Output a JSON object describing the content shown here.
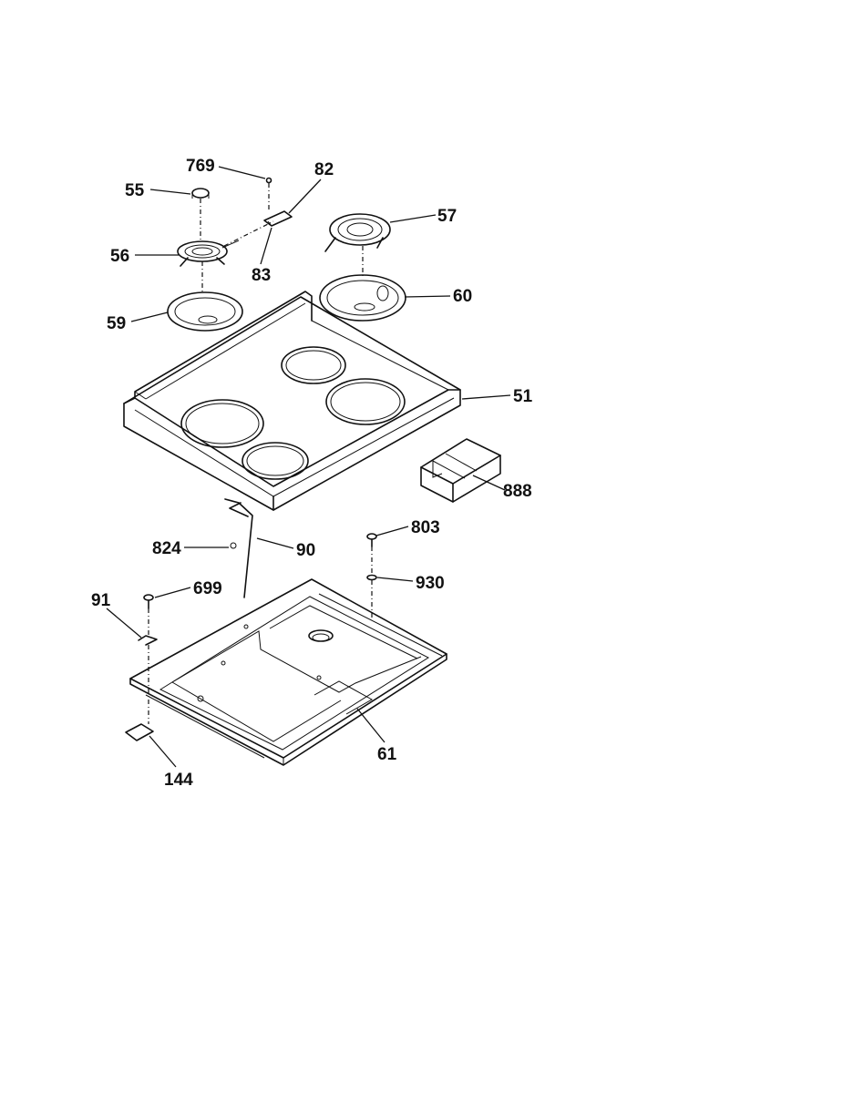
{
  "parts": [
    {
      "id": "p769",
      "number": "769"
    },
    {
      "id": "p82",
      "number": "82"
    },
    {
      "id": "p55",
      "number": "55"
    },
    {
      "id": "p57",
      "number": "57"
    },
    {
      "id": "p56",
      "number": "56"
    },
    {
      "id": "p83",
      "number": "83"
    },
    {
      "id": "p60",
      "number": "60"
    },
    {
      "id": "p59",
      "number": "59"
    },
    {
      "id": "p51",
      "number": "51"
    },
    {
      "id": "p888",
      "number": "888"
    },
    {
      "id": "p803",
      "number": "803"
    },
    {
      "id": "p824",
      "number": "824"
    },
    {
      "id": "p90",
      "number": "90"
    },
    {
      "id": "p930",
      "number": "930"
    },
    {
      "id": "p91",
      "number": "91"
    },
    {
      "id": "p699",
      "number": "699"
    },
    {
      "id": "p61",
      "number": "61"
    },
    {
      "id": "p144",
      "number": "144"
    }
  ]
}
